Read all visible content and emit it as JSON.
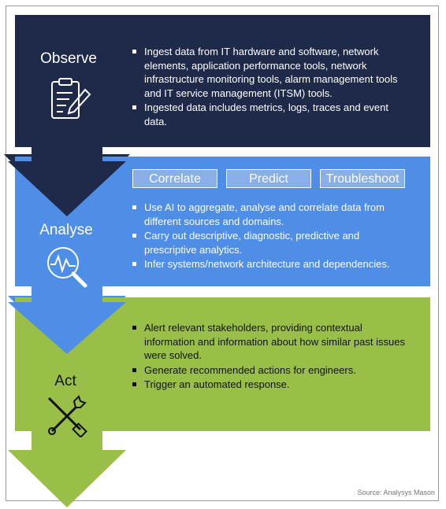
{
  "observe": {
    "title": "Observe",
    "icon": "clipboard-pencil-icon",
    "bullets": [
      "Ingest data from IT hardware and software, network elements, application performance tools, network infrastructure monitoring tools, alarm management tools and IT service management (ITSM) tools.",
      "Ingested data includes metrics, logs, traces and event data."
    ]
  },
  "analyse": {
    "title": "Analyse",
    "icon": "magnifier-pulse-icon",
    "tags": [
      "Correlate",
      "Predict",
      "Troubleshoot"
    ],
    "bullets": [
      "Use AI to aggregate, analyse and correlate data from different sources and domains.",
      "Carry out descriptive, diagnostic, predictive and prescriptive analytics.",
      "Infer systems/network architecture and dependencies."
    ]
  },
  "act": {
    "title": "Act",
    "icon": "wrench-screwdriver-icon",
    "bullets": [
      "Alert relevant stakeholders, providing contextual information and information about how similar past issues were solved.",
      "Generate recommended actions for engineers.",
      "Trigger an automated response."
    ]
  },
  "source": "Source: Analysys Mason",
  "colors": {
    "observe": "#1f2a4a",
    "analyse": "#4f8ee6",
    "act": "#99bf48"
  }
}
